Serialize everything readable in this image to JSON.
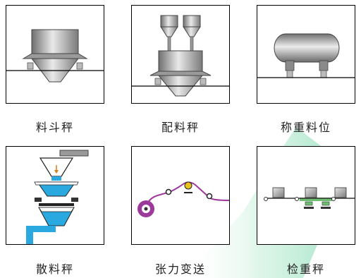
{
  "tiles": [
    {
      "id": "hopper-scale",
      "label": "料斗秤"
    },
    {
      "id": "batching-scale",
      "label": "配料秤"
    },
    {
      "id": "weighing-level",
      "label": "称重料位"
    },
    {
      "id": "bulk-scale",
      "label": "散料秤"
    },
    {
      "id": "tension-transfer",
      "label": "张力变送"
    },
    {
      "id": "checkweigher",
      "label": "检重秤"
    }
  ],
  "colors": {
    "accent_green": "#22c58a",
    "water_blue": "#29a9e0",
    "belt_purple": "#9b3a9b",
    "bar_green": "#6fbf73",
    "tension_yellow": "#e8c21a"
  }
}
